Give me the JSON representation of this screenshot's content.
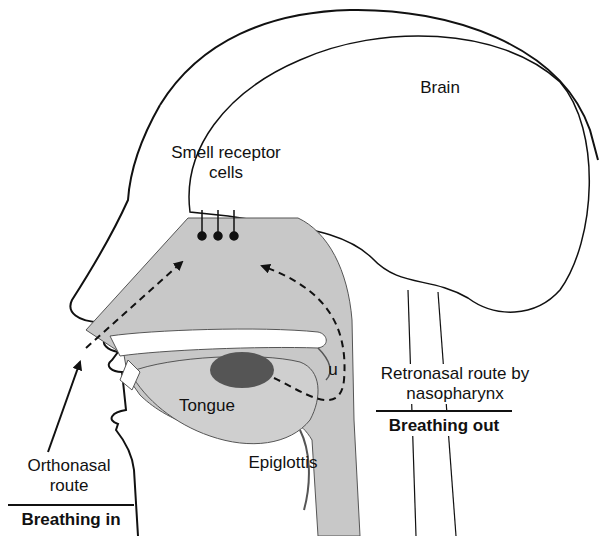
{
  "diagram": {
    "labels": [
      "Brain",
      "Smell receptor cells",
      "Tongue",
      "Epiglottis",
      "u",
      "Orthonasal route",
      "Breathing in",
      "Retronasal route by nasopharynx",
      "Breathing out"
    ]
  }
}
